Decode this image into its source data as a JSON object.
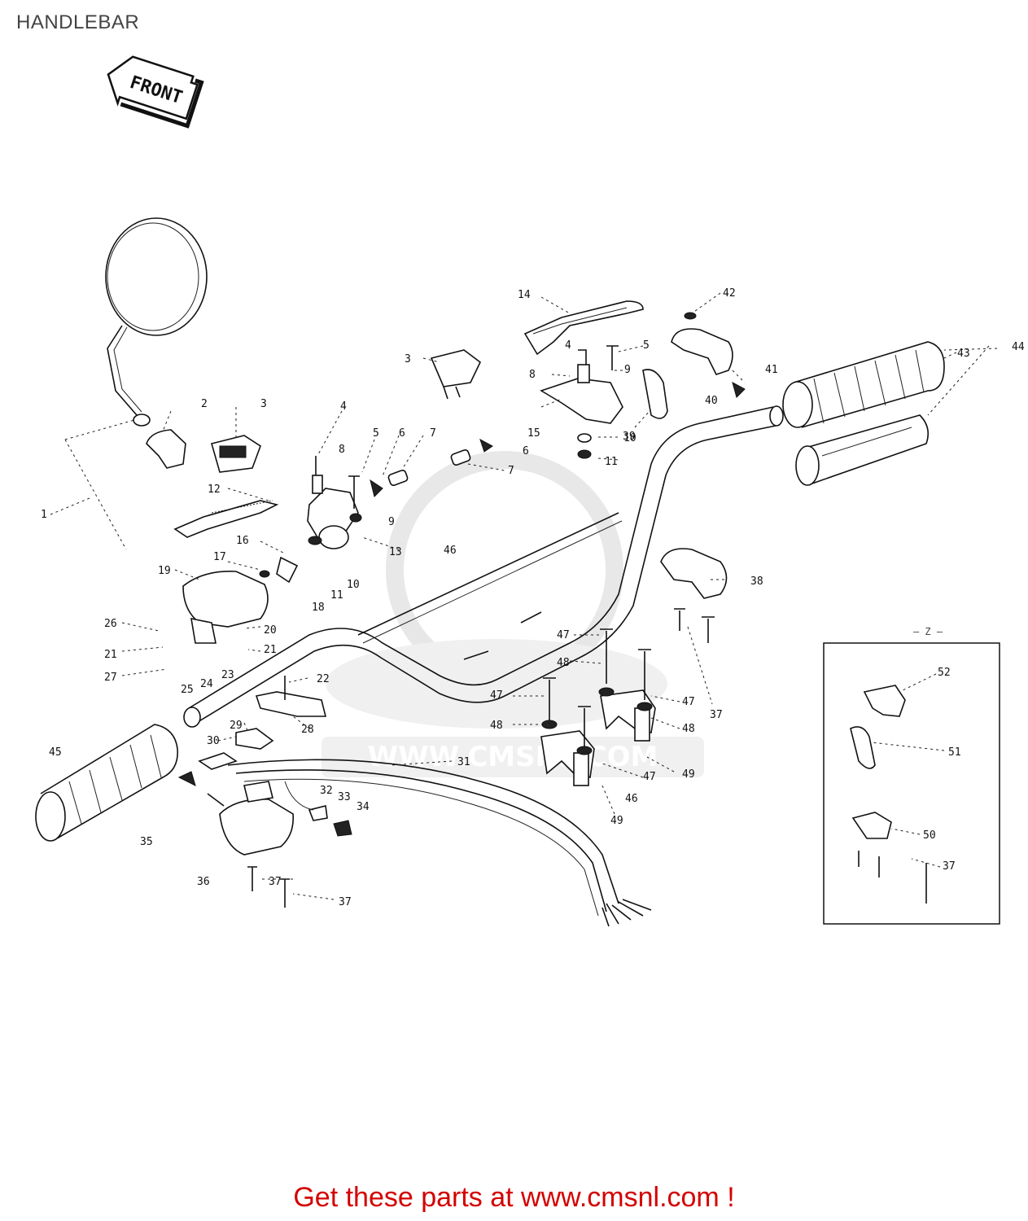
{
  "page": {
    "title": "HANDLEBAR",
    "footer_prefix": "Get these parts at ",
    "footer_link": "www.cmsnl.com",
    "footer_suffix": " !"
  },
  "diagram": {
    "front_arrow_label": "FRONT",
    "watermark": "WWW.CMSNL.COM",
    "inset_note": "— Z —",
    "callouts": [
      {
        "id": "c1",
        "text": "1"
      },
      {
        "id": "c2",
        "text": "2"
      },
      {
        "id": "c3",
        "text": "3"
      },
      {
        "id": "c3b",
        "text": "3"
      },
      {
        "id": "c4",
        "text": "4"
      },
      {
        "id": "c4b",
        "text": "4"
      },
      {
        "id": "c5",
        "text": "5"
      },
      {
        "id": "c5b",
        "text": "5"
      },
      {
        "id": "c6",
        "text": "6"
      },
      {
        "id": "c6b",
        "text": "6"
      },
      {
        "id": "c7",
        "text": "7"
      },
      {
        "id": "c7b",
        "text": "7"
      },
      {
        "id": "c8",
        "text": "8"
      },
      {
        "id": "c8b",
        "text": "8"
      },
      {
        "id": "c9",
        "text": "9"
      },
      {
        "id": "c9b",
        "text": "9"
      },
      {
        "id": "c10",
        "text": "10"
      },
      {
        "id": "c10b",
        "text": "10"
      },
      {
        "id": "c11",
        "text": "11"
      },
      {
        "id": "c11b",
        "text": "11"
      },
      {
        "id": "c12",
        "text": "12"
      },
      {
        "id": "c13",
        "text": "13"
      },
      {
        "id": "c14",
        "text": "14"
      },
      {
        "id": "c15",
        "text": "15"
      },
      {
        "id": "c16",
        "text": "16"
      },
      {
        "id": "c17",
        "text": "17"
      },
      {
        "id": "c18",
        "text": "18"
      },
      {
        "id": "c19",
        "text": "19"
      },
      {
        "id": "c20",
        "text": "20"
      },
      {
        "id": "c21",
        "text": "21"
      },
      {
        "id": "c21b",
        "text": "21"
      },
      {
        "id": "c22",
        "text": "22"
      },
      {
        "id": "c23",
        "text": "23"
      },
      {
        "id": "c24",
        "text": "24"
      },
      {
        "id": "c25",
        "text": "25"
      },
      {
        "id": "c26",
        "text": "26"
      },
      {
        "id": "c27",
        "text": "27"
      },
      {
        "id": "c28",
        "text": "28"
      },
      {
        "id": "c29",
        "text": "29"
      },
      {
        "id": "c30",
        "text": "30"
      },
      {
        "id": "c31",
        "text": "31"
      },
      {
        "id": "c32",
        "text": "32"
      },
      {
        "id": "c33",
        "text": "33"
      },
      {
        "id": "c34",
        "text": "34"
      },
      {
        "id": "c35",
        "text": "35"
      },
      {
        "id": "c36",
        "text": "36"
      },
      {
        "id": "c37",
        "text": "37"
      },
      {
        "id": "c37b",
        "text": "37"
      },
      {
        "id": "c37c",
        "text": "37"
      },
      {
        "id": "c37d",
        "text": "37"
      },
      {
        "id": "c38",
        "text": "38"
      },
      {
        "id": "c39",
        "text": "39"
      },
      {
        "id": "c40",
        "text": "40"
      },
      {
        "id": "c41",
        "text": "41"
      },
      {
        "id": "c42",
        "text": "42"
      },
      {
        "id": "c43",
        "text": "43"
      },
      {
        "id": "c44",
        "text": "44"
      },
      {
        "id": "c45",
        "text": "45"
      },
      {
        "id": "c46",
        "text": "46"
      },
      {
        "id": "c46b",
        "text": "46"
      },
      {
        "id": "c47",
        "text": "47"
      },
      {
        "id": "c47b",
        "text": "47"
      },
      {
        "id": "c47c",
        "text": "47"
      },
      {
        "id": "c47d",
        "text": "47"
      },
      {
        "id": "c48",
        "text": "48"
      },
      {
        "id": "c48b",
        "text": "48"
      },
      {
        "id": "c48c",
        "text": "48"
      },
      {
        "id": "c49",
        "text": "49"
      },
      {
        "id": "c49b",
        "text": "49"
      },
      {
        "id": "c50",
        "text": "50"
      },
      {
        "id": "c51",
        "text": "51"
      },
      {
        "id": "c52",
        "text": "52"
      }
    ]
  },
  "colors": {
    "footer": "#d40000",
    "title": "#444444",
    "line": "#111111",
    "watermark": "#cfcfcf"
  }
}
